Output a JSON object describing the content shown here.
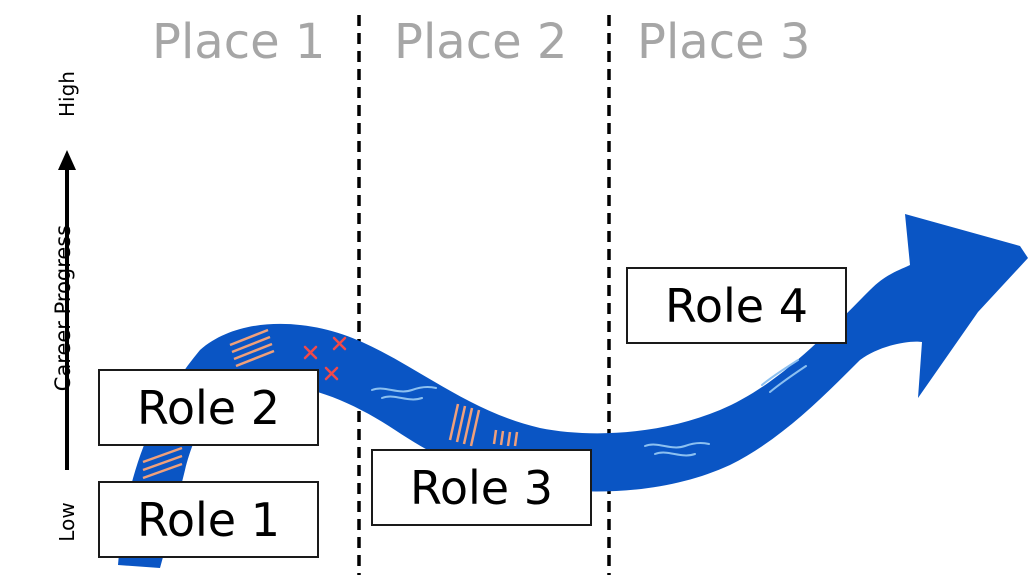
{
  "places": [
    "Place 1",
    "Place 2",
    "Place 3"
  ],
  "roles": [
    "Role 1",
    "Role 2",
    "Role 3",
    "Role 4"
  ],
  "axis": {
    "title": "Career Progress",
    "high": "High",
    "low": "Low"
  },
  "colors": {
    "path": "#0a55c4",
    "place_text": "#a6a6a6",
    "hatch": "#f0a07a",
    "cross": "#f04a4a",
    "wave": "#8cc0f0",
    "divider": "#000000"
  }
}
